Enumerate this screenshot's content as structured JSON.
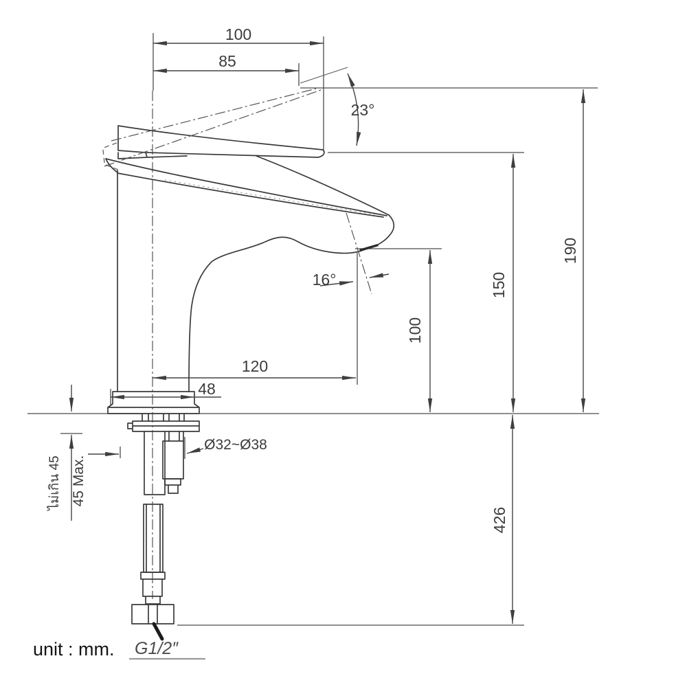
{
  "unit_note": "unit : mm.",
  "labels": {
    "top_width": "100",
    "handle_reach": "85",
    "handle_angle": "23°",
    "spout_angle": "16°",
    "overall_height": "190",
    "spout_tip_height": "150",
    "outlet_height": "100",
    "spout_reach": "120",
    "base_width": "48",
    "hole_diameter": "Ø32~Ø38",
    "supply_length": "426",
    "max_deck_thai": "ไม่เกิน 45",
    "max_deck": "45 Max.",
    "thread": "G1/2″"
  },
  "colors": {
    "background": "#ffffff",
    "outline": "#3a3a3a",
    "dimension_line": "#434347",
    "text": "#3c3c40",
    "thread_underline": "#9a9a9a"
  }
}
